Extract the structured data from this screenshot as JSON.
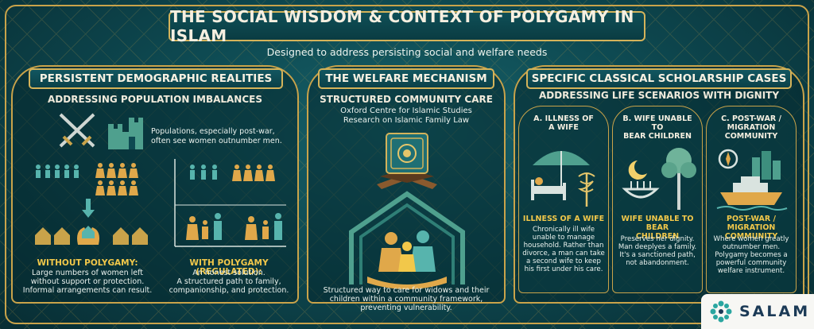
{
  "title": "THE SOCIAL WISDOM & CONTEXT OF POLYGAMY IN ISLAM",
  "subtitle": "Designed to address persisting social and welfare needs",
  "panel1": {
    "title": "PERSISTENT DEMOGRAPHIC REALITIES",
    "heading": "ADDRESSING POPULATION IMBALANCES",
    "intro": [
      "Populations, especially post-war,",
      "often see women outnumber men."
    ],
    "without_title": "WITHOUT POLYGAMY:",
    "without_text": [
      "Large numbers of women left",
      "without support or protection.",
      "Informal arrangements can result."
    ],
    "with_title": "WITH POLYGAMY (REGULATED):",
    "with_text": [
      "An honest solution.",
      "A structured path to family,",
      "companionship, and protection."
    ]
  },
  "panel2": {
    "title": "THE WELFARE MECHANISM",
    "heading": "STRUCTURED COMMUNITY CARE",
    "source": [
      "Oxford Centre for Islamic Studies",
      "Research on Islamic Family Law"
    ],
    "footer": [
      "Structured way to care for widows and their",
      "children within a community framework,",
      "preventing vulnerability."
    ]
  },
  "panel3": {
    "title": "SPECIFIC CLASSICAL SCHOLARSHIP CASES",
    "heading": "ADDRESSING LIFE SCENARIOS WITH DIGNITY",
    "cases": [
      {
        "label": [
          "A. ILLNESS OF",
          "A WIFE"
        ],
        "caption": "ILLNESS OF A WIFE",
        "text": [
          "Chronically ill wife",
          "unable to manage",
          "household. Rather than",
          "divorce, a man can take",
          "a second wife to keep",
          "his first under his care."
        ]
      },
      {
        "label": [
          "B. WIFE UNABLE TO",
          "BEAR CHILDREN"
        ],
        "caption": [
          "WIFE UNABLE TO BEAR",
          "CHILDREN"
        ],
        "text": [
          "Preserves her dignity.",
          "Man deeplyes a family.",
          "It's a sanctioned path,",
          "not abandonment."
        ]
      },
      {
        "label": [
          "C. POST-WAR /",
          "MIGRATION",
          "COMMUNITY"
        ],
        "caption": [
          "POST-WAR / MIGRATION",
          "COMMUNITY"
        ],
        "text": [
          "Where women greatly",
          "outnumber men.",
          "Polygamy becomes a",
          "powerful community",
          "welfare instrument."
        ]
      }
    ]
  },
  "logo": {
    "text": "SALAM"
  },
  "colors": {
    "gold": "#c9a34a",
    "teal": "#0e4a52",
    "accent": "#f2c84a"
  }
}
